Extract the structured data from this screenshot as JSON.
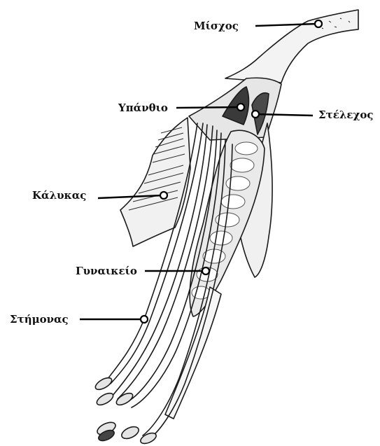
{
  "labels": {
    "pedicel": "Μίσχος",
    "hypanthium": "Υπάνθιο",
    "stem": "Στέλεχος",
    "calyx": "Κάλυκας",
    "gynoecium": "Γυναικείο",
    "stamen": "Στήμονας"
  },
  "colors": {
    "ink": "#1b1b1b",
    "shade": "#d8d8d8",
    "dark": "#3a3a3a",
    "leader": "#000000"
  }
}
